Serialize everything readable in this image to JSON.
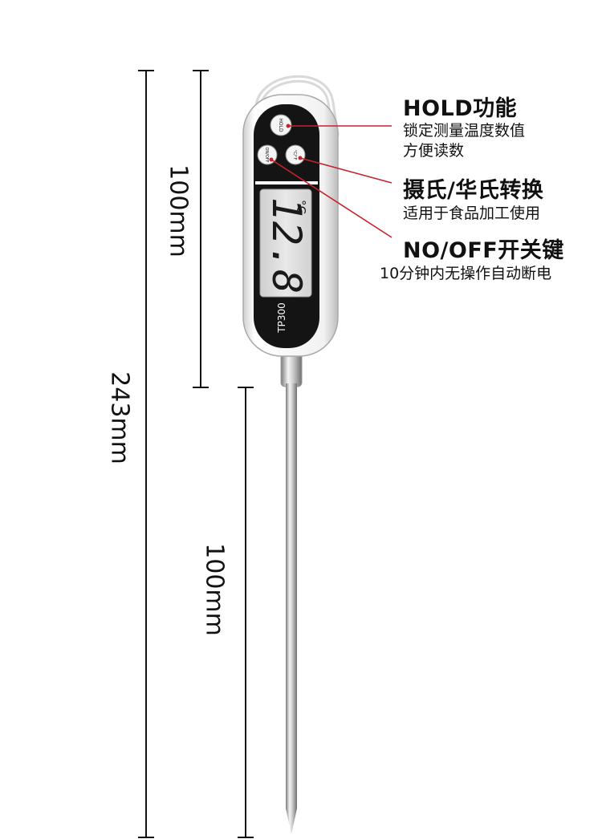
{
  "dimensions": {
    "total": "243mm",
    "body": "100mm",
    "probe": "100mm"
  },
  "device": {
    "model": "TP300",
    "reading": "12.8",
    "unit": "°C",
    "buttons": {
      "hold": "HOLD",
      "unit_toggle": "°C/°F",
      "power": "ON/OFF"
    }
  },
  "callouts": {
    "hold": {
      "title": "HOLD功能",
      "desc_line1": "锁定测量温度数值",
      "desc_line2": "方便读数"
    },
    "unit": {
      "title": "摄氏/华氏转换",
      "desc": "适用于食品加工使用"
    },
    "power": {
      "title": "NO/OFF开关键",
      "desc": "10分钟内无操作自动断电"
    }
  },
  "colors": {
    "callout_line": "#c4232b",
    "device_black": "#141414",
    "lcd": "#dcdcdc",
    "probe": "#b8b8b8"
  }
}
